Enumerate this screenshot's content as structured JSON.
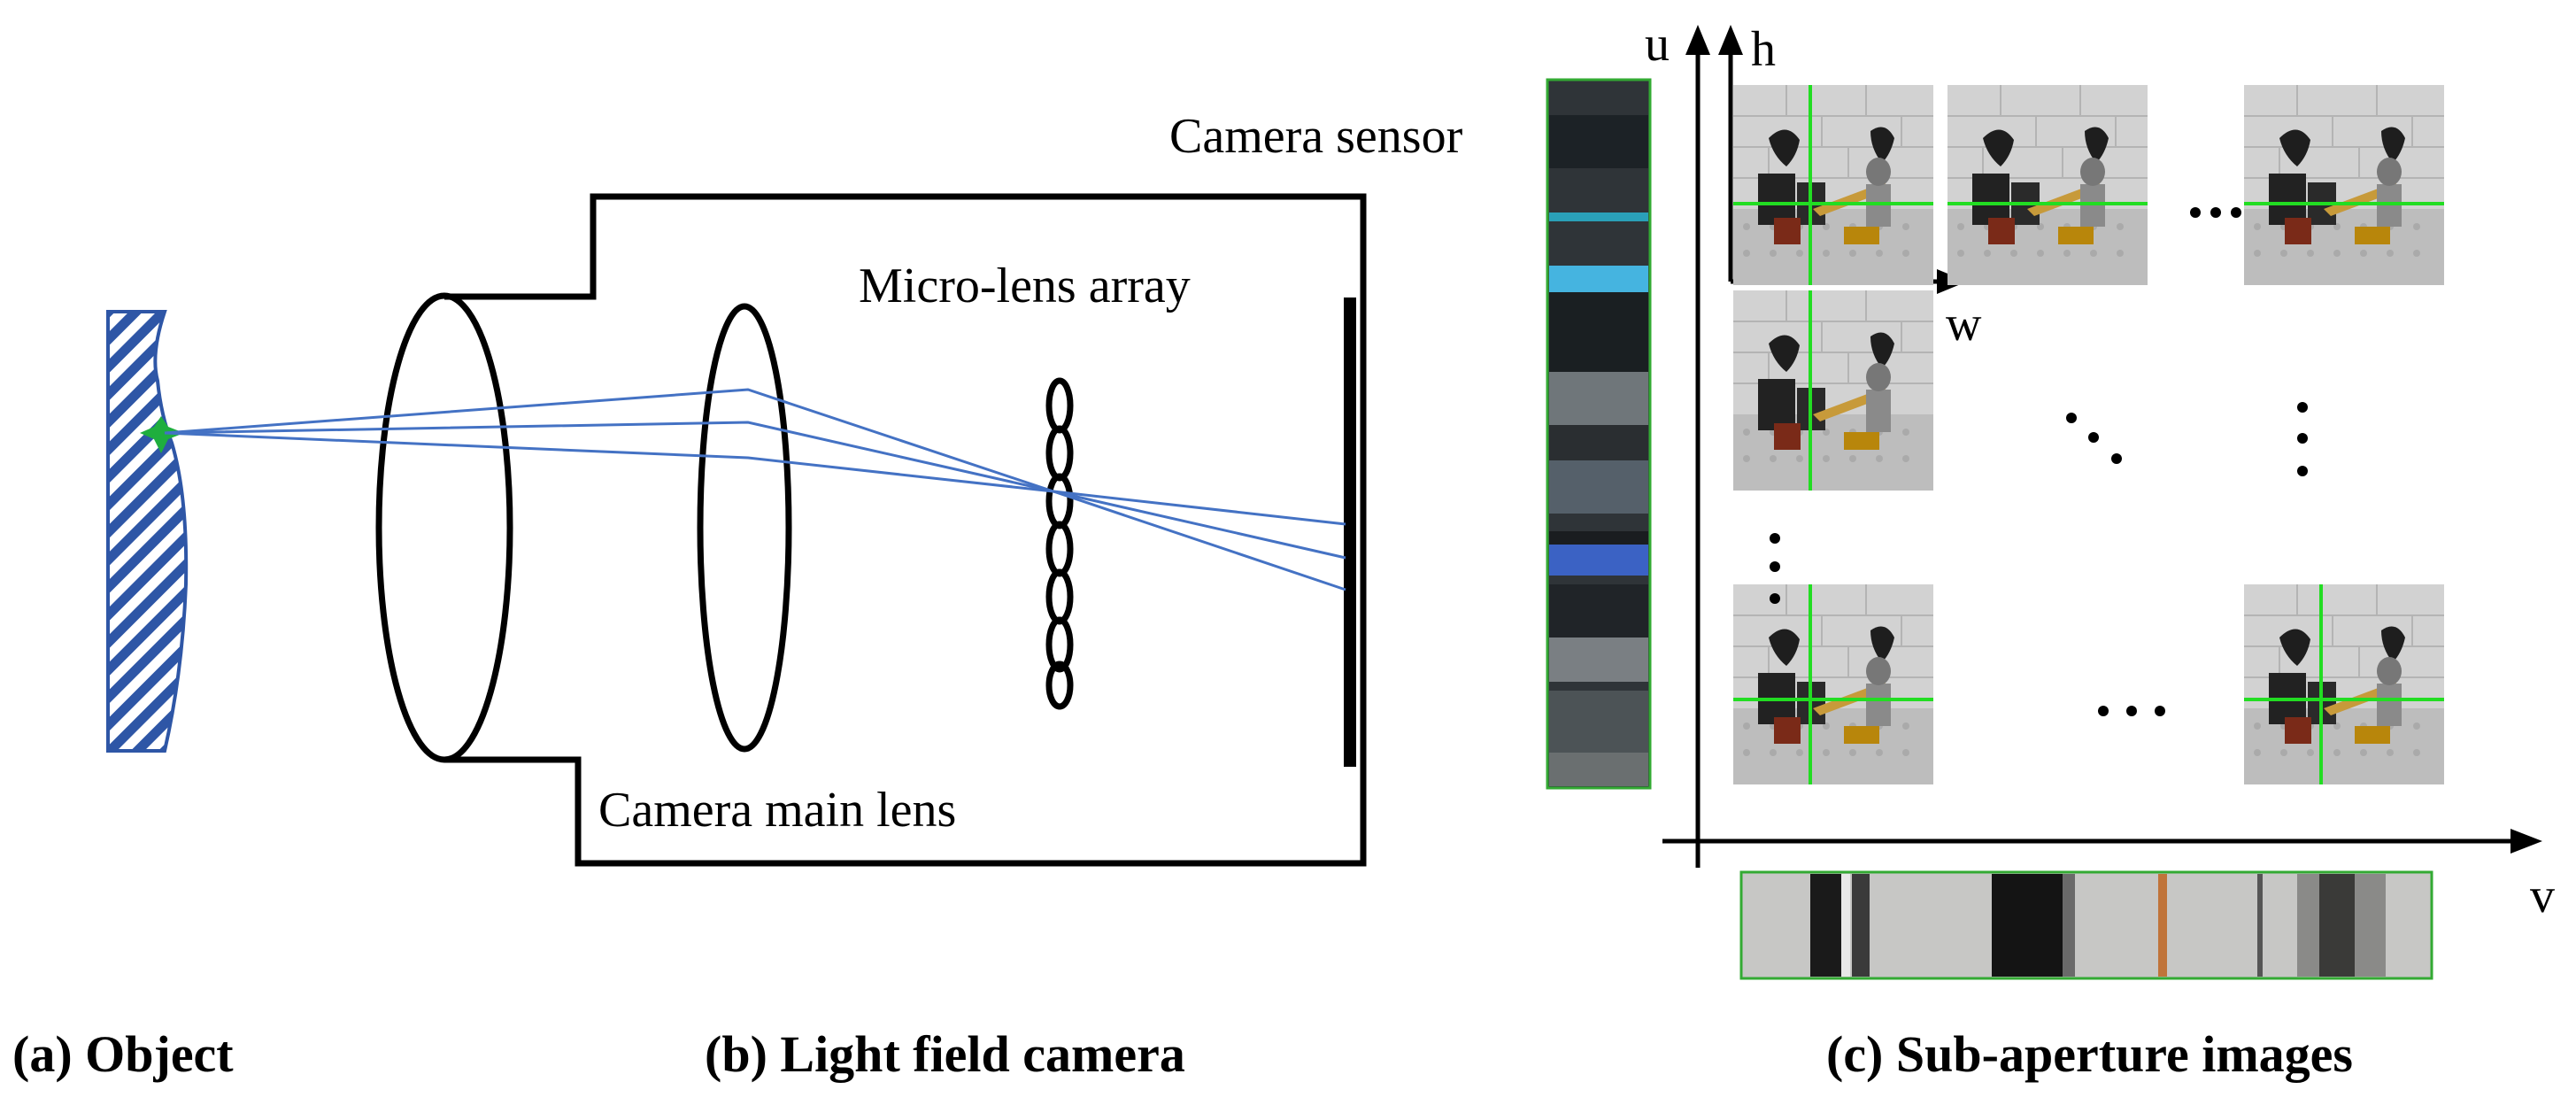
{
  "labels": {
    "camera_sensor": "Camera sensor",
    "micro_lens_array": "Micro-lens array",
    "camera_main_lens": "Camera main lens"
  },
  "axes": {
    "u": "u",
    "h": "h",
    "w": "w",
    "v": "v"
  },
  "ellipsis": {
    "horizontal": "· · ·"
  },
  "captions": {
    "a": "(a) Object",
    "b": "(b) Light field camera",
    "c": "(c) Sub-aperture images"
  },
  "colors": {
    "ray": "#4472c4",
    "object_hatch": "#2e56a6",
    "point_source": "#1fae3e",
    "crosshair": "#22dd22",
    "line": "#000000"
  }
}
